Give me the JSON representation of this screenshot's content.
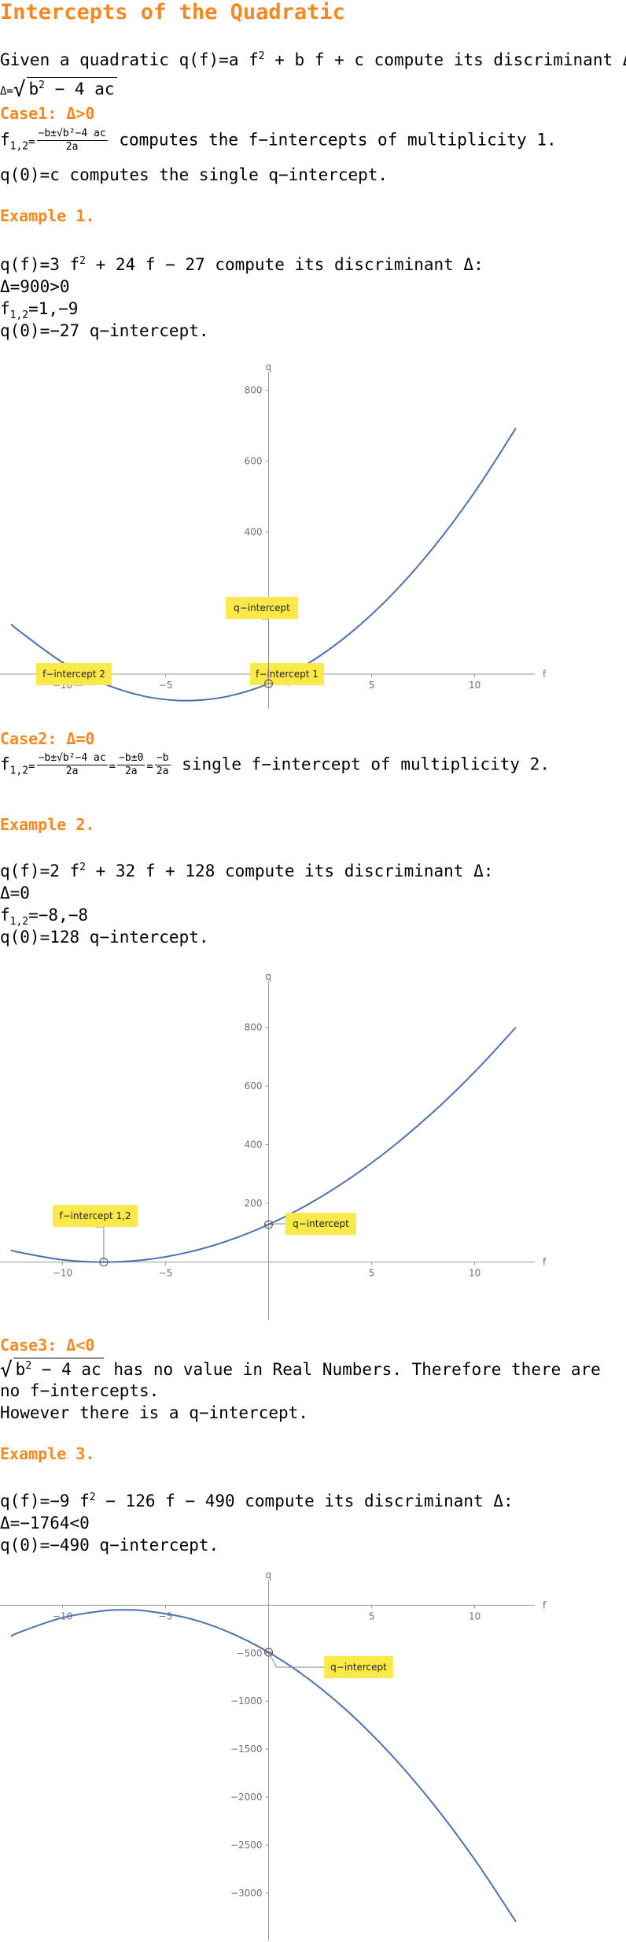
{
  "title": "Intercepts of the Quadratic",
  "intro": {
    "given": "Given a quadratic",
    "q_of_f": "q(f)",
    "eq": "=",
    "a": "a f",
    "two": "2",
    "rest": "+ b f + c compute its discriminant Δ:",
    "delta_eq": "Δ=",
    "disc": "b",
    "disc_rest": " − 4 ac"
  },
  "case1": {
    "heading": "Case1: Δ>0",
    "f12": "f",
    "sub12": "1,2",
    "eq": "=",
    "num": "−b±√b²−4 ac",
    "den": "2a",
    "desc": "computes the f−intercepts of multiplicity 1.",
    "q0": "q(0)=c computes the single q−intercept."
  },
  "example1": {
    "heading": "Example 1.",
    "line1_a": "q(f)=3 f",
    "line1_sup": "2",
    "line1_b": " + 24 f − 27 compute its discriminant Δ:",
    "line2": "Δ=900>0",
    "line3_f": "f",
    "line3_sub": "1,2",
    "line3_rest": "=1,−9",
    "line4": "q(0)=−27 q−intercept."
  },
  "case2": {
    "heading": "Case2: Δ=0",
    "f12": "f",
    "sub12": "1,2",
    "eq": "=",
    "num1": "−b±√b²−4 ac",
    "den1": "2a",
    "num2": "−b±0",
    "den2": "2a",
    "num3": "−b",
    "den3": "2a",
    "desc": "single f−intercept of multiplicity 2."
  },
  "example2": {
    "heading": "Example 2.",
    "line1_a": "q(f)=2 f",
    "line1_sup": "2",
    "line1_b": " + 32 f + 128 compute its discriminant Δ:",
    "line2": "Δ=0",
    "line3_f": "f",
    "line3_sub": "1,2",
    "line3_rest": "=−8,−8",
    "line4": "q(0)=128 q−intercept."
  },
  "case3": {
    "heading": "Case3: Δ<0",
    "sqrt_b": "b",
    "sqrt_rest": " − 4 ac",
    "line1_rest": "has no value in Real Numbers. Therefore there are",
    "line2": "no f−intercepts.",
    "line3": "However there is a q−intercept."
  },
  "example3": {
    "heading": "Example 3.",
    "line1_a": "q(f)=−9 f",
    "line1_sup": "2",
    "line1_b": " − 126 f − 490 compute its discriminant Δ:",
    "line2": "Δ=−1764<0",
    "line3": "q(0)=−490 q−intercept."
  },
  "colors": {
    "accent": "#f5891f",
    "curve": "#4a72b0",
    "callout": "#fbe94a"
  },
  "chart_data": [
    {
      "type": "line",
      "function": "q(f)=3f^2+24f-27",
      "xlabel": "f",
      "ylabel": "q",
      "xlim": [
        -12.5,
        12
      ],
      "ylim": [
        -80,
        830
      ],
      "xticks": [
        -10,
        -5,
        5,
        10
      ],
      "yticks": [
        200,
        400,
        600,
        800
      ],
      "x": [
        -12.5,
        -12,
        -10,
        -8,
        -6,
        -4,
        -2,
        0,
        2,
        4,
        6,
        8,
        10,
        12
      ],
      "y": [
        140.75,
        117,
        33,
        -27,
        -63,
        -75,
        -63,
        -27,
        33,
        117,
        225,
        357,
        513,
        693
      ],
      "annotations": [
        {
          "label": "f−intercept 2",
          "x": -9,
          "y": 0
        },
        {
          "label": "f−intercept 1",
          "x": 1,
          "y": 0
        },
        {
          "label": "q−intercept",
          "x": 0,
          "y": -27
        }
      ]
    },
    {
      "type": "line",
      "function": "q(f)=2f^2+32f+128",
      "xlabel": "f",
      "ylabel": "q",
      "xlim": [
        -12.5,
        12
      ],
      "ylim": [
        -170,
        930
      ],
      "xticks": [
        -10,
        -5,
        5,
        10
      ],
      "yticks": [
        200,
        400,
        600,
        800
      ],
      "x": [
        -12.5,
        -12,
        -10,
        -8,
        -6,
        -4,
        -2,
        0,
        2,
        4,
        6,
        8,
        10,
        12
      ],
      "y": [
        40.5,
        32,
        8,
        0,
        8,
        32,
        72,
        128,
        200,
        288,
        392,
        512,
        648,
        800
      ],
      "annotations": [
        {
          "label": "f−intercept 1,2",
          "x": -8,
          "y": 0
        },
        {
          "label": "q−intercept",
          "x": 0,
          "y": 128
        }
      ]
    },
    {
      "type": "line",
      "function": "q(f)=-9f^2-126f-490",
      "xlabel": "f",
      "ylabel": "q",
      "xlim": [
        -12.5,
        12
      ],
      "ylim": [
        -3370,
        200
      ],
      "xticks": [
        -10,
        -5,
        5,
        10
      ],
      "yticks": [
        -500,
        -1000,
        -1500,
        -2000,
        -2500,
        -3000
      ],
      "x": [
        -12.5,
        -12,
        -10,
        -8,
        -7,
        -6,
        -4,
        -2,
        0,
        2,
        4,
        6,
        8,
        10,
        12
      ],
      "y": [
        -322.75,
        -274,
        -130,
        -58,
        -49,
        -58,
        -130,
        -274,
        -490,
        -778,
        -1138,
        -1570,
        -2074,
        -2650,
        -3298
      ],
      "annotations": [
        {
          "label": "q−intercept",
          "x": 0,
          "y": -490
        }
      ]
    }
  ]
}
